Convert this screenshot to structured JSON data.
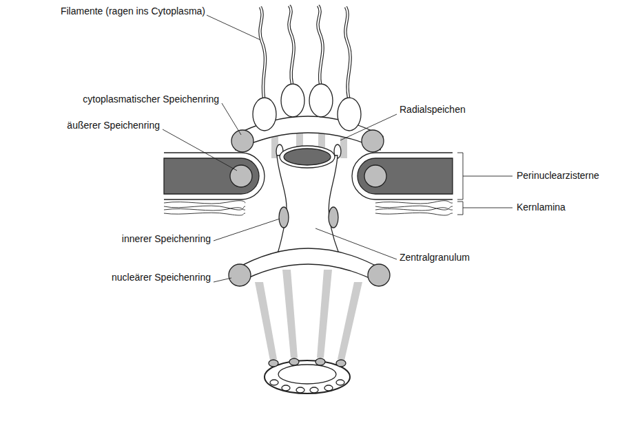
{
  "diagram": {
    "labels": [
      "Filamente (ragen ins Cytoplasma)",
      "cytoplasmatischer Speichenring",
      "äußerer Speichenring",
      "Radialspeichen",
      "Perinuclearzisterne",
      "Kernlamina",
      "innerer Speichenring",
      "Zentralgranulum",
      "nucleärer Speichenring"
    ]
  }
}
